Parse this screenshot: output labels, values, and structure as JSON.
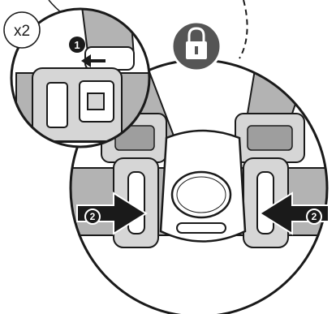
{
  "diagram": {
    "multiplier_label": "x2",
    "steps": [
      {
        "number": "1",
        "description_icon": "left-arrow"
      },
      {
        "number": "2",
        "description_icon": "inward-arrows"
      }
    ],
    "lock_icon": "padlock-icon",
    "colors": {
      "line": "#1a1a1a",
      "strap": "#b3b3b3",
      "metal": "#d6d6d6",
      "badge": "#555555",
      "white": "#ffffff"
    }
  }
}
